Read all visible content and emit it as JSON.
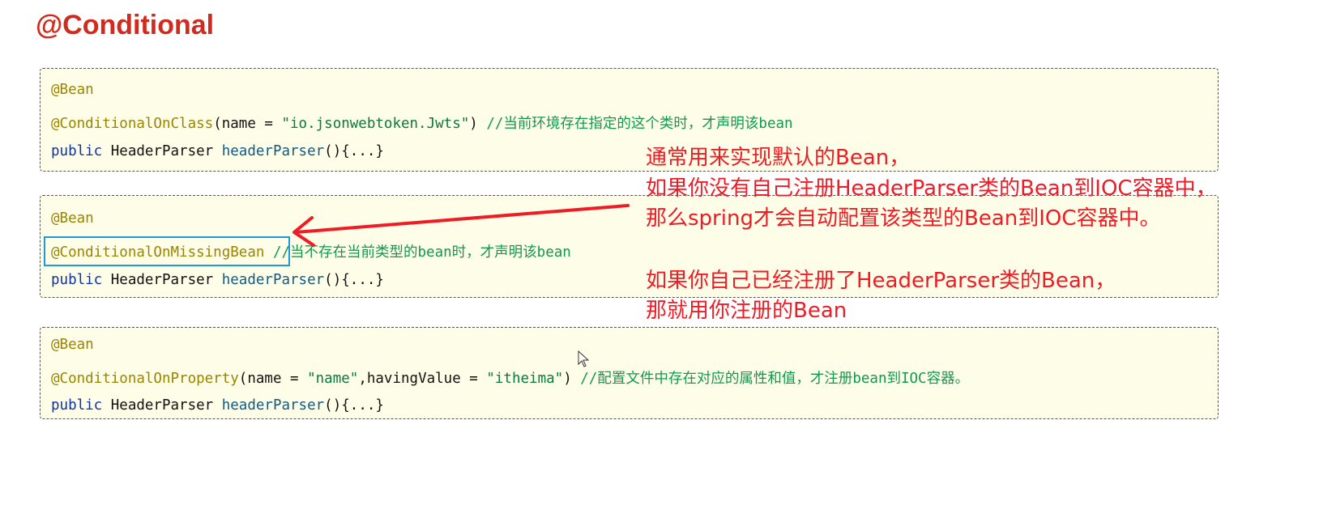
{
  "title": "@Conditional",
  "blocks": [
    {
      "l1": "@Bean",
      "ann": "@ConditionalOnClass",
      "args": "(name = ",
      "str": "\"io.jsonwebtoken.Jwts\"",
      "close": ") ",
      "comment": "//当前环境存在指定的这个类时，才声明该bean",
      "kw": "public",
      "type": " HeaderParser ",
      "fn": "headerParser",
      "tail": "(){...}"
    },
    {
      "l1": "@Bean",
      "ann": "@ConditionalOnMissingBean",
      "comment": " //当不存在当前类型的bean时，才声明该bean",
      "kw": "public",
      "type": " HeaderParser ",
      "fn": "headerParser",
      "tail": "(){...}"
    },
    {
      "l1": "@Bean",
      "ann": "@ConditionalOnProperty",
      "args": "(name = ",
      "str": "\"name\"",
      "args2": ",havingValue = ",
      "str2": "\"itheima\"",
      "close": ") ",
      "comment": "//配置文件中存在对应的属性和值，才注册bean到IOC容器。",
      "kw": "public",
      "type": " HeaderParser ",
      "fn": "headerParser",
      "tail": "(){...}"
    }
  ],
  "notes": [
    "通常用来实现默认的Bean，",
    "如果你没有自己注册HeaderParser类的Bean到IOC容器中，",
    "那么spring才会自动配置该类型的Bean到IOC容器中。",
    "如果你自己已经注册了HeaderParser类的Bean，",
    "那就用你注册的Bean"
  ],
  "colors": {
    "accent": "#ee1c25",
    "highlight": "#1c9ad6"
  }
}
